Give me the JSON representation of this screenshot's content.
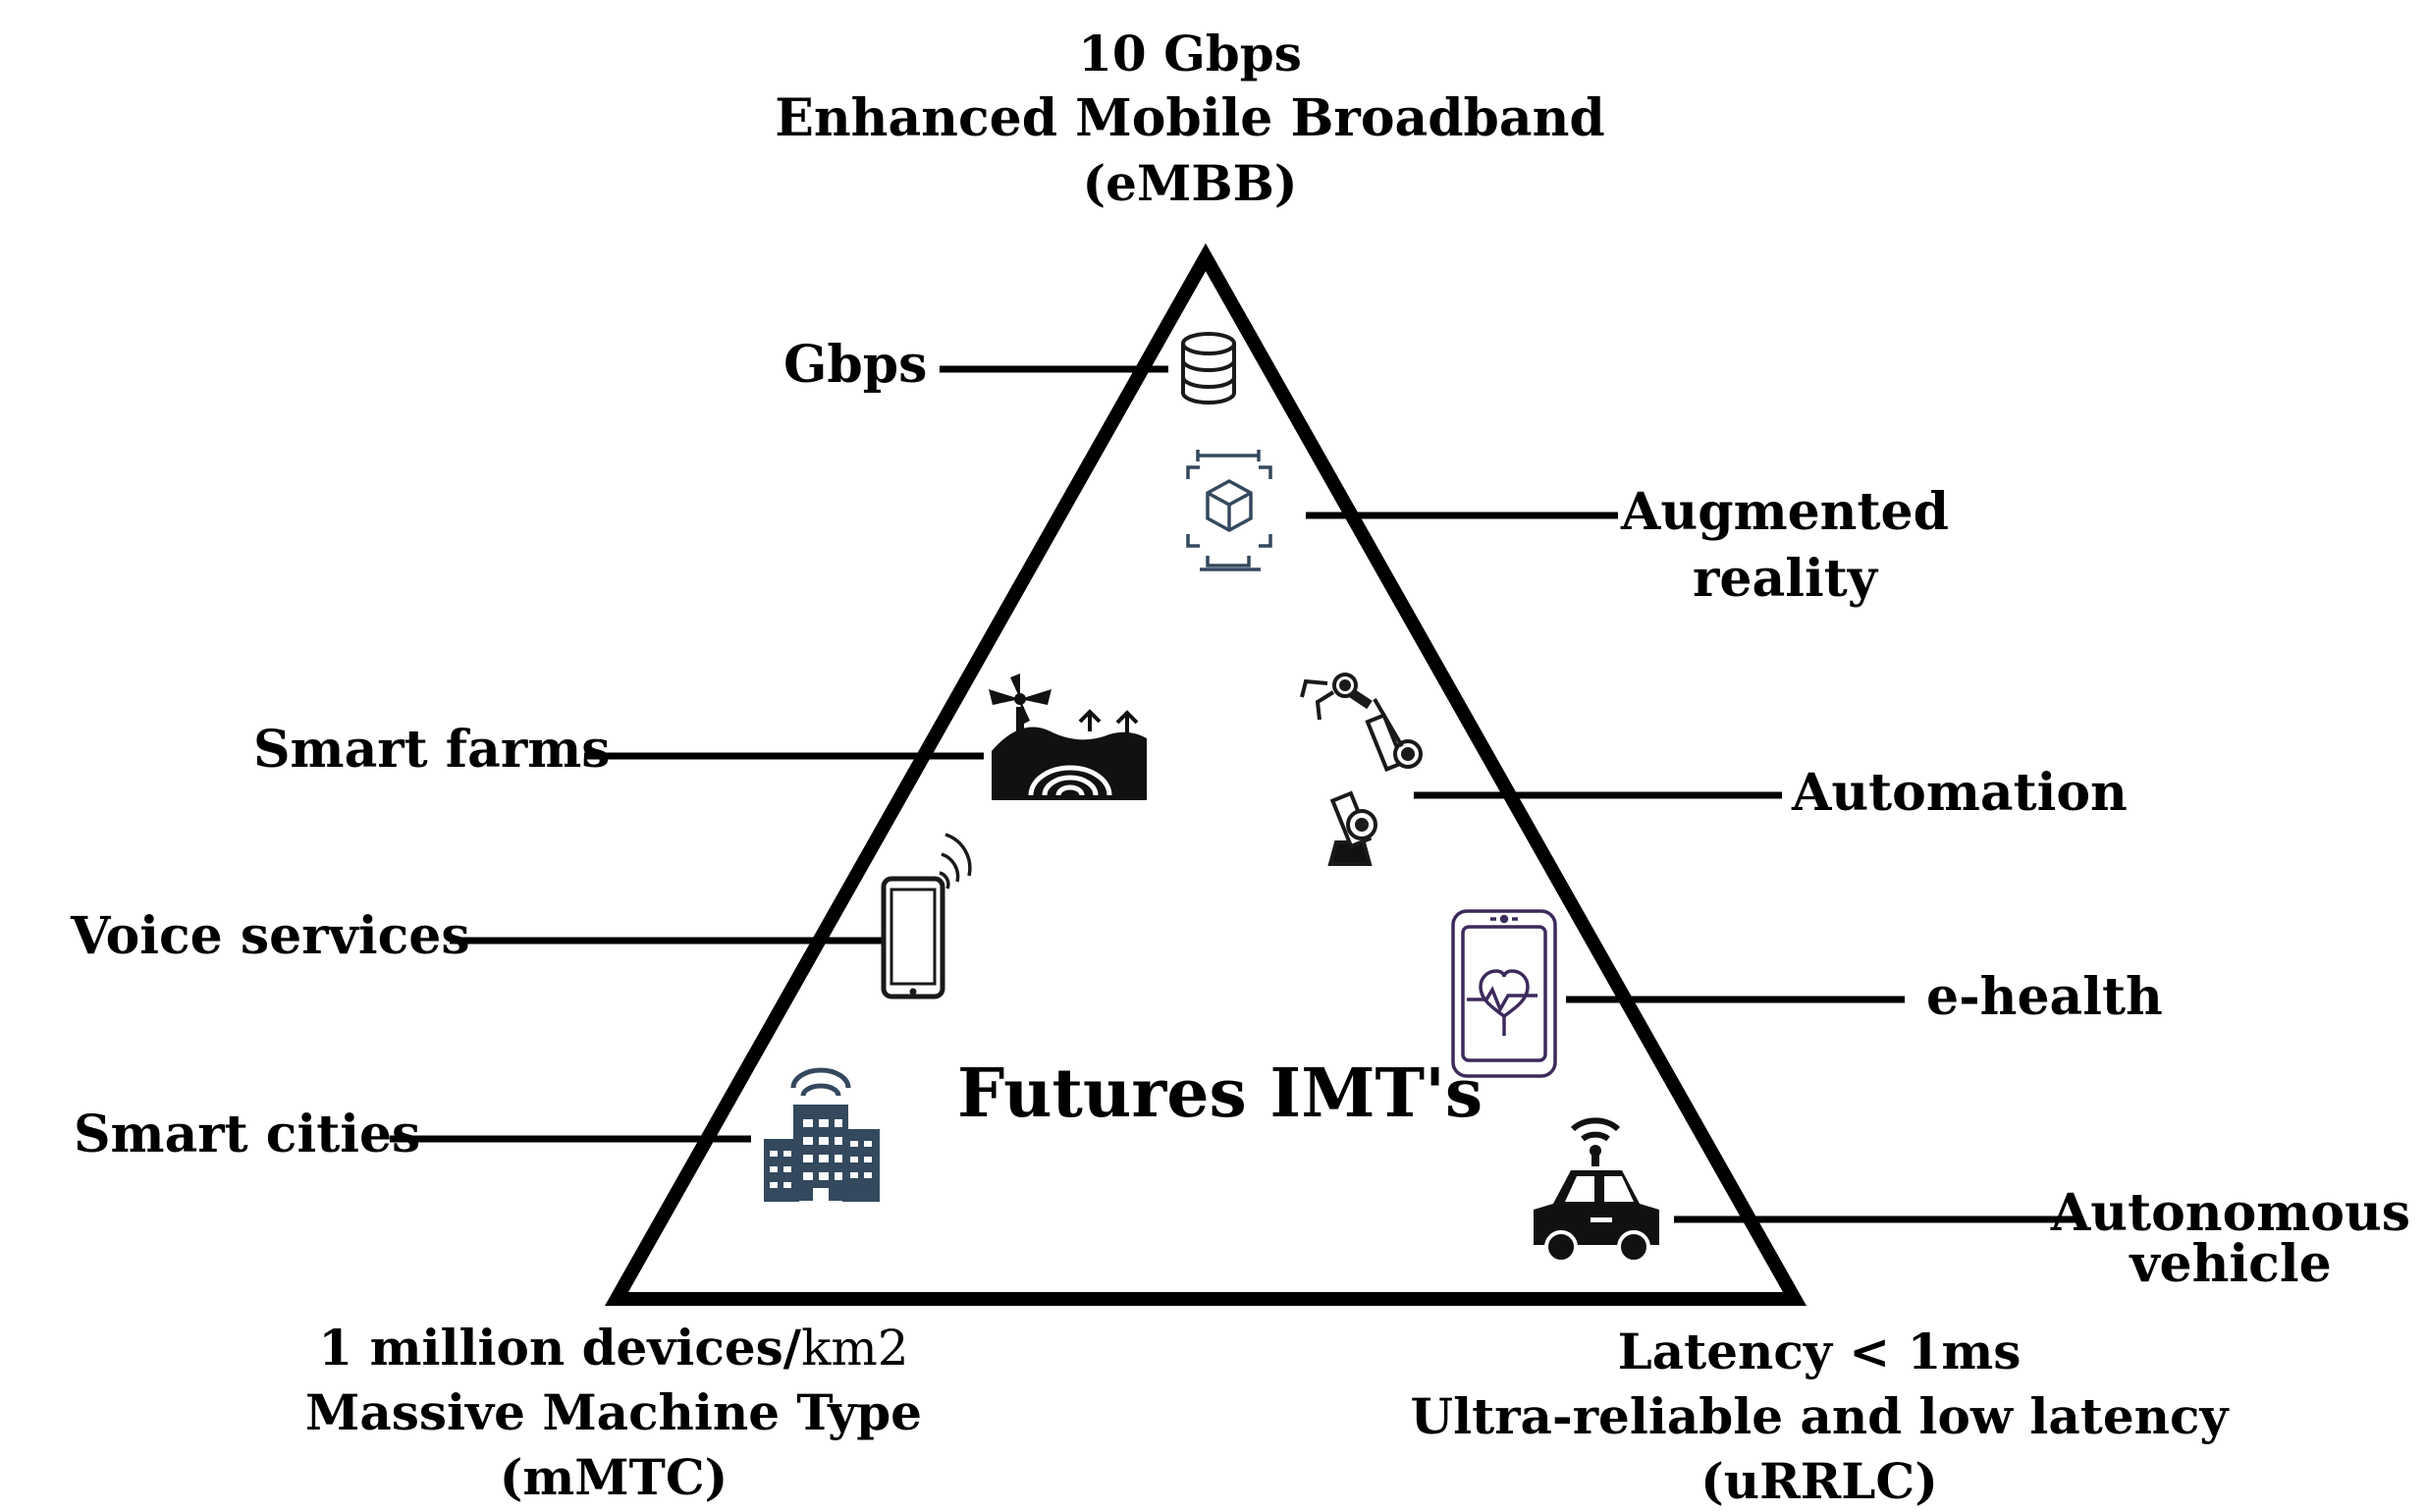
{
  "top_vertex": {
    "line1": "10 Gbps",
    "line2": "Enhanced Mobile Broadband",
    "line3": "(eMBB)"
  },
  "bottom_left_vertex": {
    "line1_value": "1 million devices/",
    "line1_unit": "km2",
    "line2": "Massive Machine Type",
    "line3": "(mMTC)"
  },
  "bottom_right_vertex": {
    "line1": "Latency < 1ms",
    "line2": "Ultra-reliable and low latency",
    "line3": "(uRRLC)"
  },
  "center_title": "Futures IMT's",
  "labels": {
    "gbps": "Gbps",
    "augmented_reality_1": "Augmented",
    "augmented_reality_2": "reality",
    "smart_farms": "Smart farms",
    "automation": "Automation",
    "voice_services": "Voice services",
    "e_health": "e-health",
    "smart_cities": "Smart cities",
    "autonomous_vehicle_1": "Autonomous",
    "autonomous_vehicle_2": "vehicle"
  },
  "icons": {
    "gbps": "database-icon",
    "augmented_reality": "ar-cube-icon",
    "smart_farms": "smart-farm-icon",
    "automation": "robot-arm-icon",
    "voice_services": "smartphone-signal-icon",
    "e_health": "health-phone-icon",
    "smart_cities": "smart-building-icon",
    "autonomous_vehicle": "connected-car-icon"
  },
  "colors": {
    "line": "#000000",
    "icon_dark": "#1a1a1a",
    "icon_slate": "#34495e",
    "icon_purple": "#3d2a5c"
  }
}
